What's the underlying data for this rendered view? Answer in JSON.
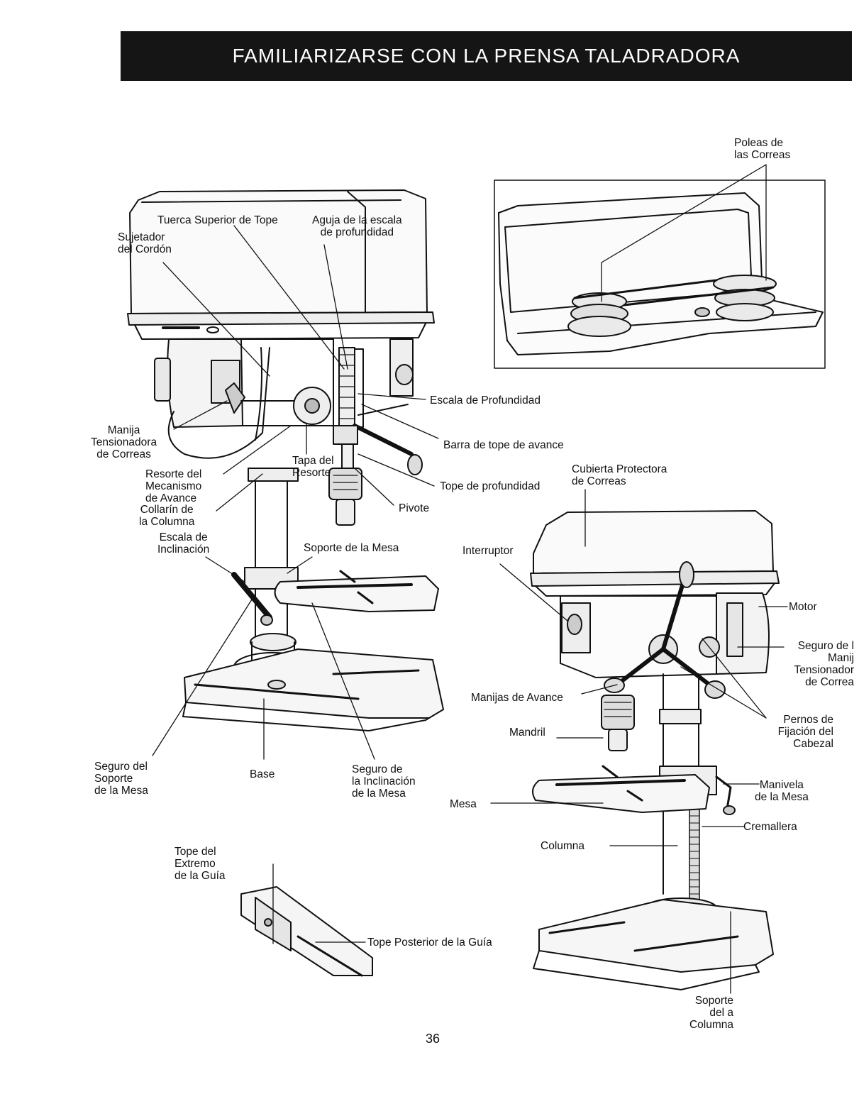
{
  "title": "FAMILIARIZARSE CON LA PRENSA TALADRADORA",
  "page_number": "36",
  "labels": {
    "poleas": "Poleas de\nlas Correas",
    "tuerca": "Tuerca Superior de Tope",
    "aguja": "Aguja de la escala\nde profundidad",
    "sujetador": "Sujetador\ndel Cordón",
    "escala_prof": "Escala de Profundidad",
    "manija_tens": "Manija\nTensionadora\nde Correas",
    "barra": "Barra de tope de avance",
    "resorte": "Resorte del\nMecanismo\nde Avance",
    "tapa": "Tapa del\nResorte",
    "tope_prof": "Tope de profundidad",
    "cubierta": "Cubierta Protectora\nde Correas",
    "collarin": "Collarín de\nla Columna",
    "pivote": "Pivote",
    "escala_incl": "Escala de\nInclinación",
    "soporte_mesa": "Soporte de la Mesa",
    "interruptor": "Interruptor",
    "motor": "Motor",
    "seguro_manija": "Seguro de l\nManij\nTensionador\nde Correa",
    "manijas_avance": "Manijas de Avance",
    "pernos": "Pernos de\nFijación del\nCabezal",
    "mandril": "Mandril",
    "seguro_soporte": "Seguro del\nSoporte\nde la Mesa",
    "base": "Base",
    "seguro_incl": "Seguro de\nla Inclinación\nde la Mesa",
    "manivela": "Manivela\nde la Mesa",
    "mesa": "Mesa",
    "cremallera": "Cremallera",
    "columna": "Columna",
    "tope_extremo": "Tope del\nExtremo\nde la Guía",
    "tope_posterior": "Tope Posterior de la Guía",
    "soporte_columna": "Soporte\ndel a\nColumna"
  }
}
